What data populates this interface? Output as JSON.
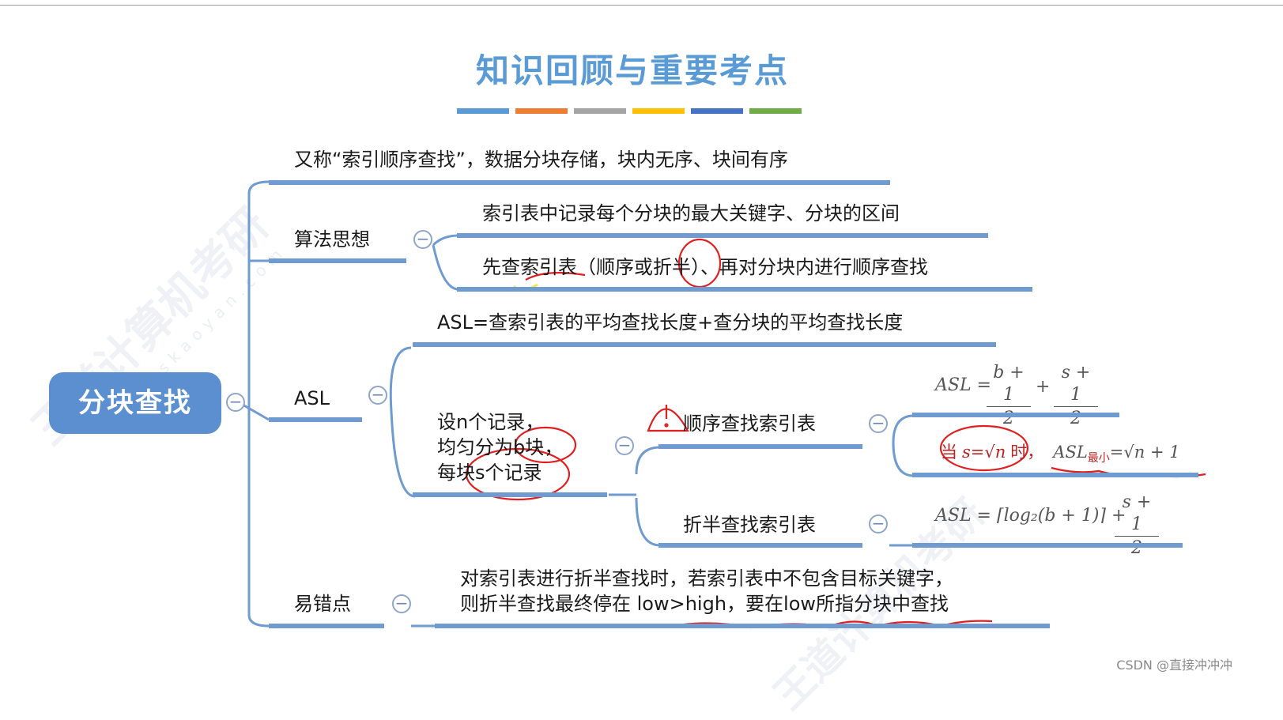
{
  "title": "知识回顾与重要考点",
  "title_bar_colors": [
    "#5b9bd5",
    "#ed7d31",
    "#a5a5a5",
    "#ffc000",
    "#4472c4",
    "#70ad47"
  ],
  "root": "分块查找",
  "branches": {
    "intro": "又称“索引顺序查找”，数据分块存储，块内无序、块间有序",
    "algo": {
      "label": "算法思想",
      "items": [
        "索引表中记录每个分块的最大关键字、分块的区间",
        "先查索引表（顺序或折半）、再对分块内进行顺序查找"
      ]
    },
    "asl": {
      "label": "ASL",
      "formula": "ASL=查索引表的平均查找长度+查分块的平均查找长度",
      "setup": "设n个记录，\n均匀分为b块，\n每块s个记录",
      "seq": {
        "label": "顺序查找索引表",
        "asl_prefix": "ASL =",
        "frac1_num": "b + 1",
        "frac1_den": "2",
        "plus": "+",
        "frac2_num": "s + 1",
        "frac2_den": "2",
        "min_pre": "当",
        "min_cond": "s=√n",
        "min_mid": "时，",
        "min_asl": "ASL",
        "min_sub": "最小",
        "min_val": "=√n + 1"
      },
      "bin": {
        "label": "折半查找索引表",
        "asl_text": "ASL = ⌈log₂(b + 1)⌉ +",
        "frac_num": "s + 1",
        "frac_den": "2"
      }
    },
    "pitfall": {
      "label": "易错点",
      "text": "对索引表进行折半查找时，若索引表中不包含目标关键字，\n则折半查找最终停在 low>high，要在low所指分块中查找"
    }
  },
  "toggle_symbol": "−",
  "watermark": {
    "brand": "王道计算机考研",
    "url": "www.cskaoyan.com"
  },
  "credit": "CSDN @直接冲冲冲"
}
